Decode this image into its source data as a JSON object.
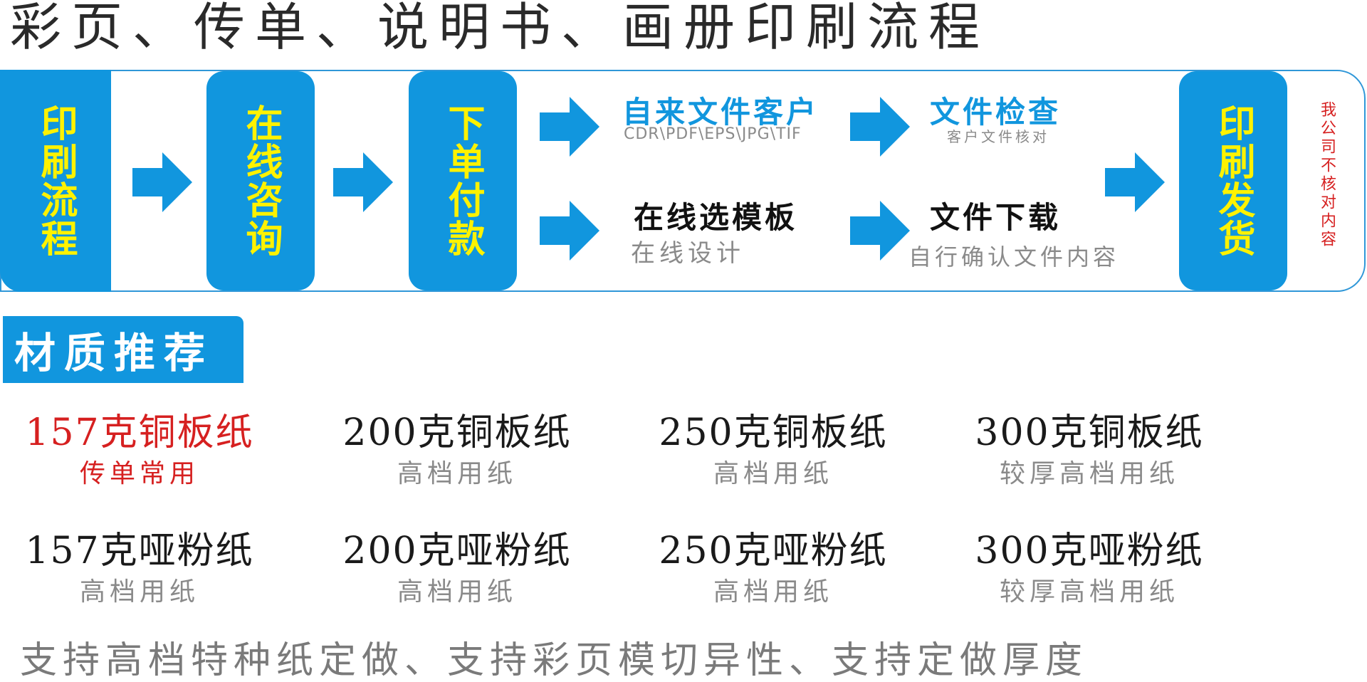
{
  "title": "彩页、传单、说明书、画册印刷流程",
  "flow": {
    "blocks": [
      {
        "label": "印刷流程"
      },
      {
        "label": "在线咨询"
      },
      {
        "label": "下单付款"
      },
      {
        "label": "印刷发货"
      }
    ],
    "upper": [
      {
        "title": "自来文件客户",
        "sub": "CDR\\PDF\\EPS\\JPG\\TIF"
      },
      {
        "title": "文件检查",
        "sub": "客户文件核对"
      }
    ],
    "lower": [
      {
        "title": "在线选模板",
        "sub": "在线设计"
      },
      {
        "title": "文件下载",
        "sub": "自行确认文件内容"
      }
    ],
    "note": "我公司不核对内容"
  },
  "materials": {
    "header": "材质推荐",
    "rows": [
      [
        {
          "name": "157克铜板纸",
          "desc": "传单常用"
        },
        {
          "name": "200克铜板纸",
          "desc": "高档用纸"
        },
        {
          "name": "250克铜板纸",
          "desc": "高档用纸"
        },
        {
          "name": "300克铜板纸",
          "desc": "较厚高档用纸"
        }
      ],
      [
        {
          "name": "157克哑粉纸",
          "desc": "高档用纸"
        },
        {
          "name": "200克哑粉纸",
          "desc": "高档用纸"
        },
        {
          "name": "250克哑粉纸",
          "desc": "高档用纸"
        },
        {
          "name": "300克哑粉纸",
          "desc": "较厚高档用纸"
        }
      ]
    ]
  },
  "footer": "支持高档特种纸定做、支持彩页模切异性、支持定做厚度",
  "colors": {
    "blue": "#1196de",
    "yellow": "#fff200",
    "red": "#d62020"
  },
  "icons": [
    "right-arrow-icon"
  ]
}
